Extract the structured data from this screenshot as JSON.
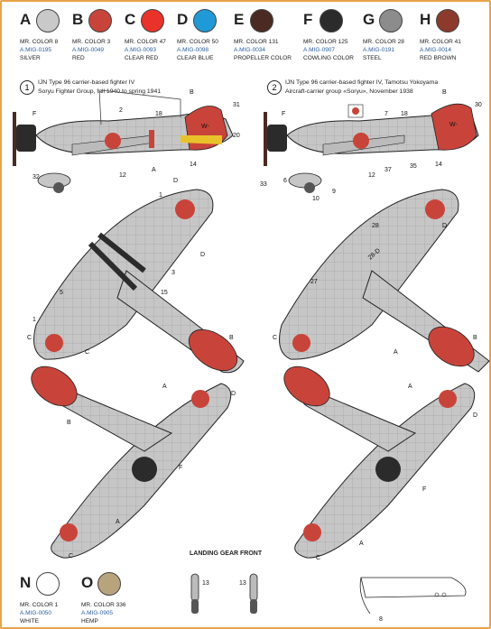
{
  "palette": [
    {
      "letter": "A",
      "name": "MR. COLOR 8",
      "code": "A.MIG-0195",
      "desc": "SILVER",
      "color": "#c9c9c9"
    },
    {
      "letter": "B",
      "name": "MR. COLOR 3",
      "code": "A.MIG-0049",
      "desc": "RED",
      "color": "#c8443a"
    },
    {
      "letter": "C",
      "name": "MR. COLOR 47",
      "code": "A.MIG-0093",
      "desc": "CLEAR RED",
      "color": "#e8322a"
    },
    {
      "letter": "D",
      "name": "MR. COLOR 50",
      "code": "A.MIG-0098",
      "desc": "CLEAR BLUE",
      "color": "#1f9ad6"
    },
    {
      "letter": "E",
      "name": "MR. COLOR 131",
      "code": "A.MIG-0034",
      "desc": "PROPELLER COLOR",
      "color": "#4a2a22"
    },
    {
      "letter": "F",
      "name": "MR. COLOR 125",
      "code": "A.MIG-0907",
      "desc": "COWLING COLOR",
      "color": "#2b2b2b"
    },
    {
      "letter": "G",
      "name": "MR. COLOR 28",
      "code": "A.MIG-0191",
      "desc": "STEEL",
      "color": "#8c8c8c"
    },
    {
      "letter": "H",
      "name": "MR. COLOR 41",
      "code": "A.MIG-0014",
      "desc": "RED BROWN",
      "color": "#8c3a2c"
    }
  ],
  "palette_bottom": [
    {
      "letter": "N",
      "name": "MR. COLOR 1",
      "code": "A.MIG-0050",
      "desc": "WHITE",
      "color": "#ffffff"
    },
    {
      "letter": "O",
      "name": "MR. COLOR 336",
      "code": "A.MIG-0905",
      "desc": "HEMP",
      "color": "#b8a47c"
    }
  ],
  "schemes": [
    {
      "num": "1",
      "line1": "IJN Type 96 carrier-based fighter IV",
      "line2": "Soryu Fighter Group, fall 1940 to spring 1941"
    },
    {
      "num": "2",
      "line1": "IJN Type 96 carrier-based fighter IV, Tamotsu Yokoyama",
      "line2": "Aircraft-carrier group «Soryu», November 1938"
    }
  ],
  "landing_gear_title": "LANDING GEAR FRONT",
  "callouts": {
    "a": "A",
    "b": "B",
    "c": "C",
    "d": "D",
    "f": "F",
    "n1": "1",
    "n2": "2",
    "n3": "3",
    "n5": "5",
    "n6": "6",
    "n7": "7",
    "n8": "8",
    "n9": "9",
    "n10": "10",
    "n12": "12",
    "n13": "13",
    "n14": "14",
    "n15": "15",
    "n18": "18",
    "n20": "20",
    "n27": "27",
    "n28": "28",
    "n30": "30",
    "n31": "31",
    "n32": "32",
    "n33": "33",
    "n35": "35",
    "n37": "37"
  },
  "tail_codes": {
    "p1": "W-",
    "p2": "W-",
    "top2": "28-D"
  }
}
